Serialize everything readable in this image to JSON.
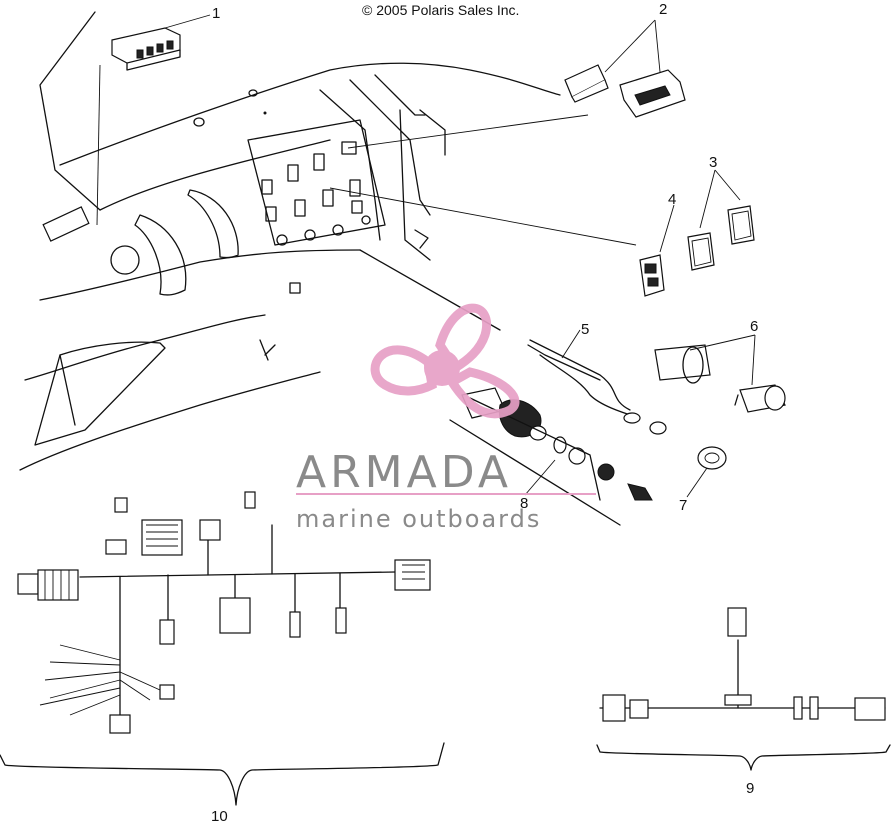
{
  "copyright": "© 2005 Polaris Sales Inc.",
  "callouts": [
    "1",
    "2",
    "3",
    "4",
    "5",
    "6",
    "7",
    "8",
    "9",
    "10"
  ],
  "watermark": {
    "word": "ARMADA",
    "tagline": "marine outboards",
    "colors": {
      "logo": "#e7a0c6",
      "text": "#8a8a8a"
    }
  },
  "colors": {
    "ink": "#111111",
    "background": "#ffffff"
  }
}
